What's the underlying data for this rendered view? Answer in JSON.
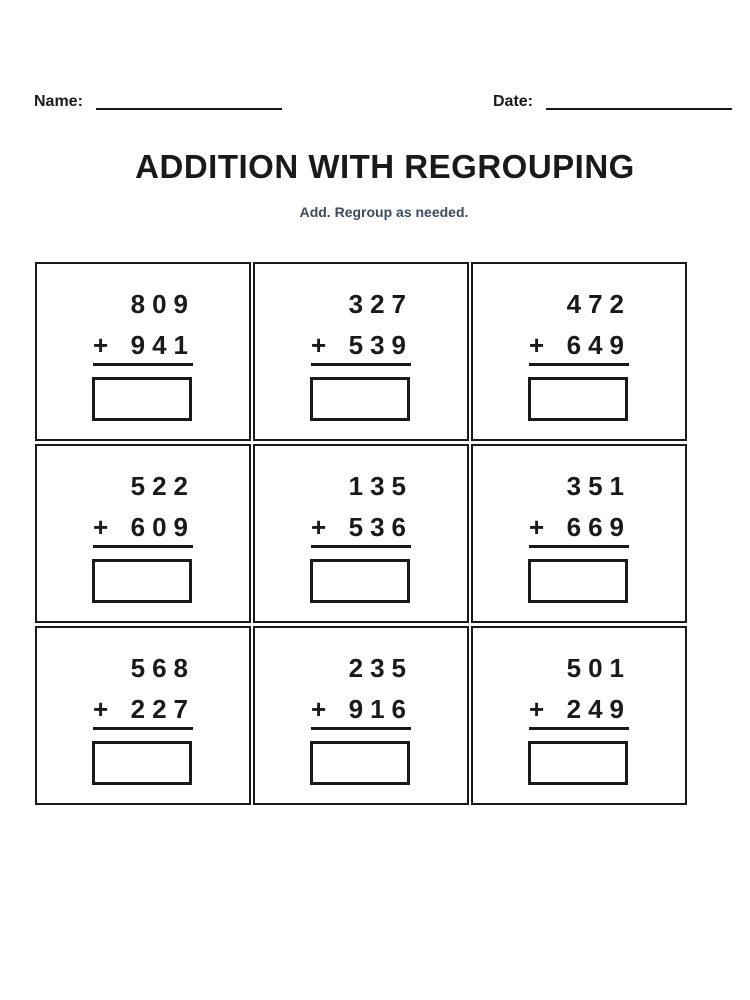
{
  "header": {
    "name_label": "Name:",
    "date_label": "Date:"
  },
  "title": "ADDITION WITH REGROUPING",
  "subtitle": "Add. Regroup as needed.",
  "operator": "+",
  "problems": [
    {
      "top": "809",
      "bottom": "941"
    },
    {
      "top": "327",
      "bottom": "539"
    },
    {
      "top": "472",
      "bottom": "649"
    },
    {
      "top": "522",
      "bottom": "609"
    },
    {
      "top": "135",
      "bottom": "536"
    },
    {
      "top": "351",
      "bottom": "669"
    },
    {
      "top": "568",
      "bottom": "227"
    },
    {
      "top": "235",
      "bottom": "916"
    },
    {
      "top": "501",
      "bottom": "249"
    }
  ]
}
